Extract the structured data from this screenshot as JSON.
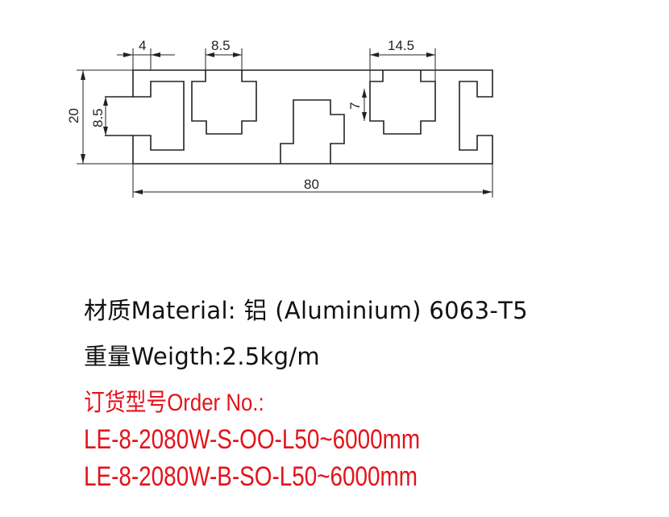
{
  "drawing": {
    "dimensions": {
      "top_slot_width": "4",
      "slot_opening_width": "8.5",
      "slot_inner_width": "14.5",
      "height": "20",
      "side_slot_opening": "8.5",
      "slot_depth": "7",
      "length": "80"
    },
    "line_color": "#222222"
  },
  "specs": {
    "material": "材质Material: 铝 (Aluminium) 6063-T5",
    "weight": "重量Weigth:2.5kg/m"
  },
  "order": {
    "title": "订货型号Order No.:",
    "codes": [
      "LE-8-2080W-S-OO-L50~6000mm",
      "LE-8-2080W-B-SO-L50~6000mm"
    ],
    "color": "#e3131b"
  }
}
